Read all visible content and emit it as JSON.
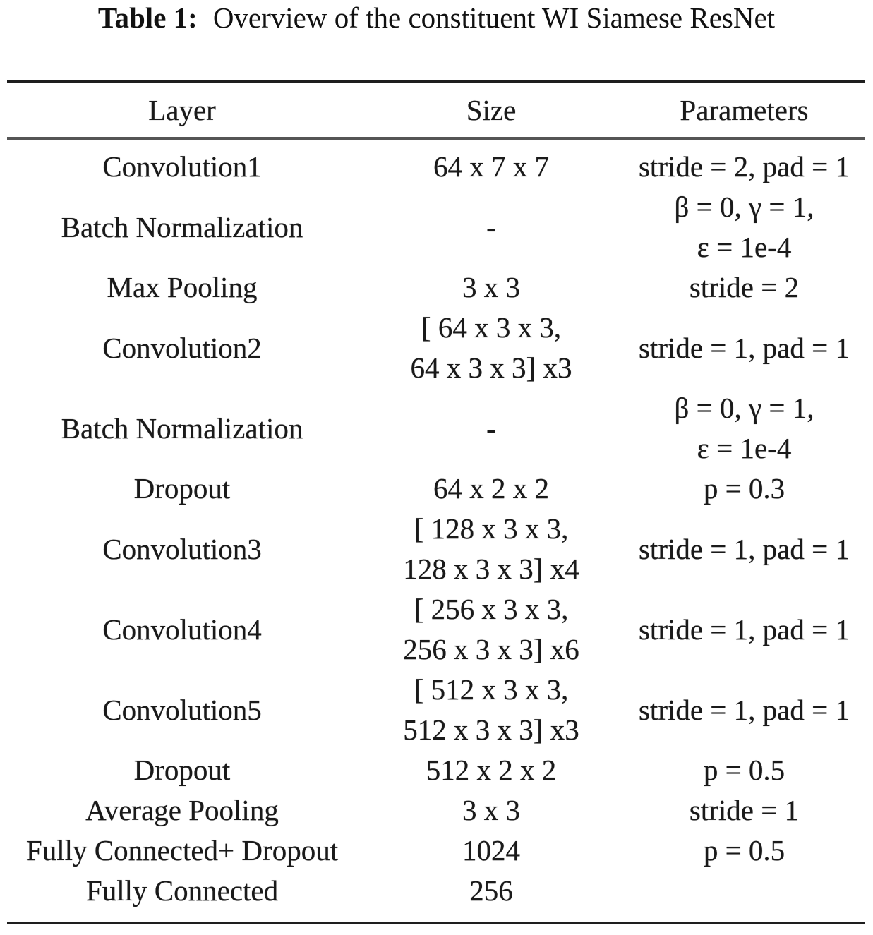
{
  "caption": {
    "label": "Table 1:",
    "text": "Overview of the constituent WI Siamese ResNet"
  },
  "table": {
    "headers": {
      "layer": "Layer",
      "size": "Size",
      "params": "Parameters"
    },
    "rows": [
      {
        "layer": "Convolution1",
        "size": [
          "64 x 7 x 7"
        ],
        "params": [
          "stride = 2, pad = 1"
        ]
      },
      {
        "layer": "Batch Normalization",
        "size": [
          "-"
        ],
        "params": [
          "β = 0, γ = 1,",
          "ε = 1e-4"
        ]
      },
      {
        "layer": "Max Pooling",
        "size": [
          "3 x 3"
        ],
        "params": [
          "stride = 2"
        ]
      },
      {
        "layer": "Convolution2",
        "size": [
          "[ 64 x 3 x 3,",
          "64 x 3 x 3] x3"
        ],
        "params": [
          "stride = 1, pad = 1"
        ]
      },
      {
        "layer": "Batch Normalization",
        "size": [
          "-"
        ],
        "params": [
          "β = 0, γ = 1,",
          "ε = 1e-4"
        ]
      },
      {
        "layer": "Dropout",
        "size": [
          "64 x 2 x 2"
        ],
        "params": [
          "p = 0.3"
        ]
      },
      {
        "layer": "Convolution3",
        "size": [
          "[ 128 x 3 x 3,",
          "128 x 3 x 3] x4"
        ],
        "params": [
          "stride = 1, pad = 1"
        ]
      },
      {
        "layer": "Convolution4",
        "size": [
          "[ 256 x 3 x 3,",
          "256 x 3 x 3] x6"
        ],
        "params": [
          "stride = 1, pad = 1"
        ]
      },
      {
        "layer": "Convolution5",
        "size": [
          "[ 512 x 3 x 3,",
          "512 x 3 x 3] x3"
        ],
        "params": [
          "stride = 1, pad = 1"
        ]
      },
      {
        "layer": "Dropout",
        "size": [
          "512 x 2 x 2"
        ],
        "params": [
          "p = 0.5"
        ]
      },
      {
        "layer": "Average Pooling",
        "size": [
          "3 x 3"
        ],
        "params": [
          "stride = 1"
        ]
      },
      {
        "layer": "Fully Connected+ Dropout",
        "size": [
          "1024"
        ],
        "params": [
          "p = 0.5"
        ]
      },
      {
        "layer": "Fully Connected",
        "size": [
          "256"
        ],
        "params": []
      }
    ]
  }
}
